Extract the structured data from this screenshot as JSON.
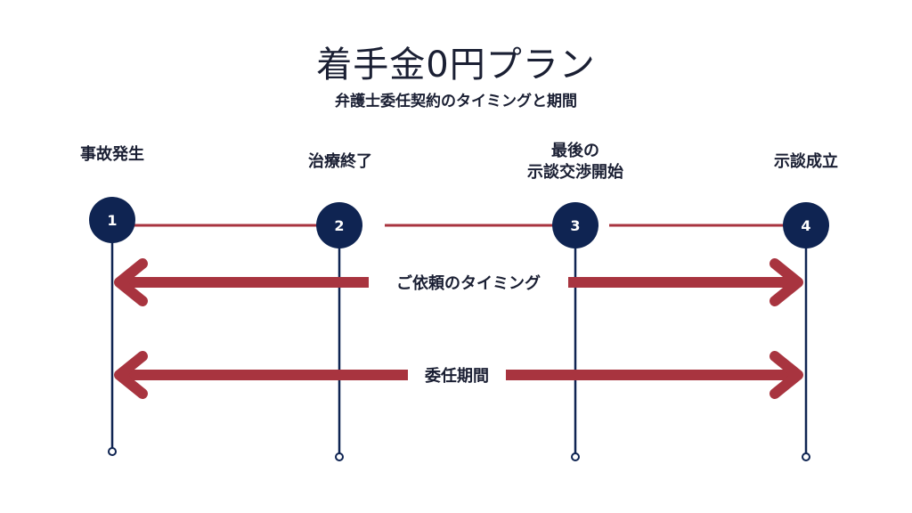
{
  "title": "着手金0円プラン",
  "subtitle": "弁護士委任契約のタイミングと期間",
  "stages": [
    {
      "number": "1",
      "label": "事故発生"
    },
    {
      "number": "2",
      "label": "治療終了"
    },
    {
      "number": "3",
      "label": "最後の\n示談交渉開始"
    },
    {
      "number": "4",
      "label": "示談成立"
    }
  ],
  "arrows": [
    {
      "label": "ご依頼のタイミング"
    },
    {
      "label": "委任期間"
    }
  ],
  "colors": {
    "navy": "#0f2452",
    "crimson": "#a8343f",
    "text": "#1a1f33"
  }
}
